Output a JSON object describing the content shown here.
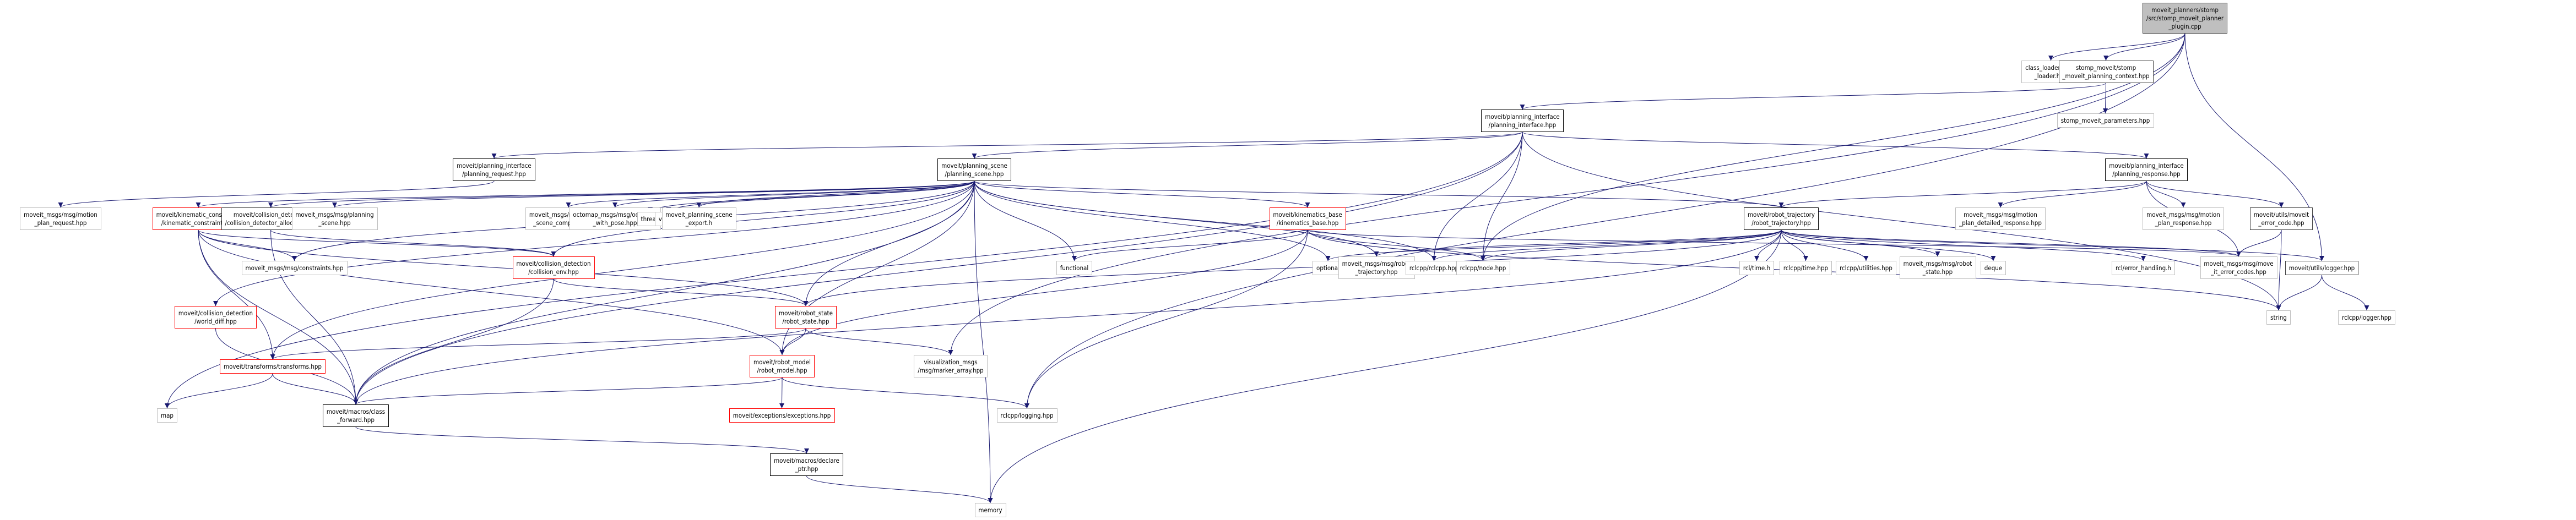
{
  "title": "Include dependency graph for stomp_moveit_planner_plugin.cpp",
  "colors": {
    "edge": "#191970",
    "root_fill": "#bfbfbf",
    "undocumented_border": "#ff0000",
    "external_border": "#bfbfbf",
    "documented_border": "#000000"
  },
  "nodes": [
    {
      "id": "root",
      "label": "moveit_planners/stomp\n/src/stomp_moveit_planner\n_plugin.cpp",
      "kind": "root"
    },
    {
      "id": "class_loader",
      "label": "class_loader/class\n_loader.hpp",
      "kind": "ext"
    },
    {
      "id": "stomp_ctx",
      "label": "stomp_moveit/stomp\n_moveit_planning_context.hpp",
      "kind": "docd"
    },
    {
      "id": "stomp_params",
      "label": "stomp_moveit_parameters.hpp",
      "kind": "ext"
    },
    {
      "id": "planning_interface",
      "label": "moveit/planning_interface\n/planning_interface.hpp",
      "kind": "doc"
    },
    {
      "id": "planning_request",
      "label": "moveit/planning_interface\n/planning_request.hpp",
      "kind": "doc"
    },
    {
      "id": "planning_scene",
      "label": "moveit/planning_scene\n/planning_scene.hpp",
      "kind": "doc"
    },
    {
      "id": "planning_response",
      "label": "moveit/planning_interface\n/planning_response.hpp",
      "kind": "doc"
    },
    {
      "id": "motion_plan_request",
      "label": "moveit_msgs/msg/motion\n_plan_request.hpp",
      "kind": "ext"
    },
    {
      "id": "kinematic_constraint",
      "label": "moveit/kinematic_constraints\n/kinematic_constraint.hpp",
      "kind": "red"
    },
    {
      "id": "collision_detector_allocator",
      "label": "moveit/collision_detection\n/collision_detector_allocator.hpp",
      "kind": "docd"
    },
    {
      "id": "planning_scene_msg",
      "label": "moveit_msgs/msg/planning\n_scene.hpp",
      "kind": "ext"
    },
    {
      "id": "planning_scene_components",
      "label": "moveit_msgs/msg/planning\n_scene_components.hpp",
      "kind": "ext"
    },
    {
      "id": "octomap_with_pose",
      "label": "octomap_msgs/msg/octomap\n_with_pose.hpp",
      "kind": "ext"
    },
    {
      "id": "thread",
      "label": "thread",
      "kind": "ext"
    },
    {
      "id": "variant",
      "label": "variant",
      "kind": "ext"
    },
    {
      "id": "ps_export",
      "label": "moveit_planning_scene\n_export.h",
      "kind": "ext"
    },
    {
      "id": "kinematics_base",
      "label": "moveit/kinematics_base\n/kinematics_base.hpp",
      "kind": "red"
    },
    {
      "id": "robot_trajectory",
      "label": "moveit/robot_trajectory\n/robot_trajectory.hpp",
      "kind": "doc"
    },
    {
      "id": "motion_plan_detailed_response",
      "label": "moveit_msgs/msg/motion\n_plan_detailed_response.hpp",
      "kind": "ext"
    },
    {
      "id": "motion_plan_response",
      "label": "moveit_msgs/msg/motion\n_plan_response.hpp",
      "kind": "ext"
    },
    {
      "id": "moveit_error_code",
      "label": "moveit/utils/moveit\n_error_code.hpp",
      "kind": "docd"
    },
    {
      "id": "constraints_msg",
      "label": "moveit_msgs/msg/constraints.hpp",
      "kind": "ext"
    },
    {
      "id": "collision_env",
      "label": "moveit/collision_detection\n/collision_env.hpp",
      "kind": "red"
    },
    {
      "id": "functional",
      "label": "functional",
      "kind": "ext"
    },
    {
      "id": "optional",
      "label": "optional",
      "kind": "ext"
    },
    {
      "id": "robot_trajectory_msg",
      "label": "moveit_msgs/msg/robot\n_trajectory.hpp",
      "kind": "ext"
    },
    {
      "id": "rclcpp_rclcpp",
      "label": "rclcpp/rclcpp.hpp",
      "kind": "ext"
    },
    {
      "id": "rclcpp_node",
      "label": "rclcpp/node.hpp",
      "kind": "ext"
    },
    {
      "id": "rcl_time",
      "label": "rcl/time.h",
      "kind": "ext"
    },
    {
      "id": "rclcpp_time",
      "label": "rclcpp/time.hpp",
      "kind": "ext"
    },
    {
      "id": "rclcpp_utilities",
      "label": "rclcpp/utilities.hpp",
      "kind": "ext"
    },
    {
      "id": "robot_state_msg",
      "label": "moveit_msgs/msg/robot\n_state.hpp",
      "kind": "ext"
    },
    {
      "id": "deque",
      "label": "deque",
      "kind": "ext"
    },
    {
      "id": "rcl_error_handling",
      "label": "rcl/error_handling.h",
      "kind": "ext"
    },
    {
      "id": "move_it_error_codes",
      "label": "moveit_msgs/msg/move\n_it_error_codes.hpp",
      "kind": "ext"
    },
    {
      "id": "logger",
      "label": "moveit/utils/logger.hpp",
      "kind": "docd"
    },
    {
      "id": "world_diff",
      "label": "moveit/collision_detection\n/world_diff.hpp",
      "kind": "red"
    },
    {
      "id": "robot_state",
      "label": "moveit/robot_state\n/robot_state.hpp",
      "kind": "red"
    },
    {
      "id": "string",
      "label": "string",
      "kind": "ext"
    },
    {
      "id": "rclcpp_logger",
      "label": "rclcpp/logger.hpp",
      "kind": "ext"
    },
    {
      "id": "transforms",
      "label": "moveit/transforms/transforms.hpp",
      "kind": "red"
    },
    {
      "id": "robot_model",
      "label": "moveit/robot_model\n/robot_model.hpp",
      "kind": "red"
    },
    {
      "id": "marker_array",
      "label": "visualization_msgs\n/msg/marker_array.hpp",
      "kind": "ext"
    },
    {
      "id": "map",
      "label": "map",
      "kind": "ext"
    },
    {
      "id": "class_forward",
      "label": "moveit/macros/class\n_forward.hpp",
      "kind": "doc"
    },
    {
      "id": "exceptions",
      "label": "moveit/exceptions/exceptions.hpp",
      "kind": "red"
    },
    {
      "id": "rclcpp_logging",
      "label": "rclcpp/logging.hpp",
      "kind": "ext"
    },
    {
      "id": "declare_ptr",
      "label": "moveit/macros/declare\n_ptr.hpp",
      "kind": "doc"
    },
    {
      "id": "memory",
      "label": "memory",
      "kind": "ext"
    }
  ],
  "edges": [
    [
      "root",
      "class_loader"
    ],
    [
      "root",
      "stomp_ctx"
    ],
    [
      "root",
      "logger"
    ],
    [
      "root",
      "rclcpp_logging"
    ],
    [
      "root",
      "marker_array"
    ],
    [
      "root",
      "rclcpp_node"
    ],
    [
      "stomp_ctx",
      "planning_interface"
    ],
    [
      "stomp_ctx",
      "stomp_params"
    ],
    [
      "planning_interface",
      "planning_request"
    ],
    [
      "planning_interface",
      "planning_scene"
    ],
    [
      "planning_interface",
      "planning_response"
    ],
    [
      "planning_interface",
      "rclcpp_rclcpp"
    ],
    [
      "planning_interface",
      "rclcpp_node"
    ],
    [
      "planning_interface",
      "class_forward"
    ],
    [
      "planning_interface",
      "map"
    ],
    [
      "planning_interface",
      "string"
    ],
    [
      "planning_request",
      "motion_plan_request"
    ],
    [
      "planning_scene",
      "kinematic_constraint"
    ],
    [
      "planning_scene",
      "collision_detector_allocator"
    ],
    [
      "planning_scene",
      "planning_scene_msg"
    ],
    [
      "planning_scene",
      "planning_scene_components"
    ],
    [
      "planning_scene",
      "octomap_with_pose"
    ],
    [
      "planning_scene",
      "thread"
    ],
    [
      "planning_scene",
      "variant"
    ],
    [
      "planning_scene",
      "ps_export"
    ],
    [
      "planning_scene",
      "kinematics_base"
    ],
    [
      "planning_scene",
      "robot_trajectory"
    ],
    [
      "planning_scene",
      "functional"
    ],
    [
      "planning_scene",
      "optional"
    ],
    [
      "planning_scene",
      "robot_trajectory_msg"
    ],
    [
      "planning_scene",
      "rclcpp_rclcpp"
    ],
    [
      "planning_scene",
      "constraints_msg"
    ],
    [
      "planning_scene",
      "world_diff"
    ],
    [
      "planning_scene",
      "transforms"
    ],
    [
      "planning_scene",
      "collision_env"
    ],
    [
      "planning_scene",
      "robot_state"
    ],
    [
      "planning_scene",
      "robot_model"
    ],
    [
      "planning_scene",
      "class_forward"
    ],
    [
      "planning_scene",
      "memory"
    ],
    [
      "planning_response",
      "robot_trajectory"
    ],
    [
      "planning_response",
      "motion_plan_detailed_response"
    ],
    [
      "planning_response",
      "motion_plan_response"
    ],
    [
      "planning_response",
      "moveit_error_code"
    ],
    [
      "planning_response",
      "move_it_error_codes"
    ],
    [
      "moveit_error_code",
      "move_it_error_codes"
    ],
    [
      "moveit_error_code",
      "string"
    ],
    [
      "logger",
      "string"
    ],
    [
      "logger",
      "rclcpp_logger"
    ],
    [
      "kinematic_constraint",
      "constraints_msg"
    ],
    [
      "kinematic_constraint",
      "collision_env"
    ],
    [
      "kinematic_constraint",
      "robot_state"
    ],
    [
      "kinematic_constraint",
      "transforms"
    ],
    [
      "kinematic_constraint",
      "class_forward"
    ],
    [
      "kinematic_constraint",
      "robot_model"
    ],
    [
      "collision_detector_allocator",
      "collision_env"
    ],
    [
      "collision_detector_allocator",
      "class_forward"
    ],
    [
      "collision_env",
      "robot_state"
    ],
    [
      "collision_env",
      "class_forward"
    ],
    [
      "kinematics_base",
      "functional"
    ],
    [
      "kinematics_base",
      "rclcpp_node"
    ],
    [
      "kinematics_base",
      "move_it_error_codes"
    ],
    [
      "kinematics_base",
      "robot_model"
    ],
    [
      "kinematics_base",
      "rclcpp_logging"
    ],
    [
      "kinematics_base",
      "string"
    ],
    [
      "robot_trajectory",
      "optional"
    ],
    [
      "robot_trajectory",
      "robot_trajectory_msg"
    ],
    [
      "robot_trajectory",
      "rclcpp_rclcpp"
    ],
    [
      "robot_trajectory",
      "rclcpp_node"
    ],
    [
      "robot_trajectory",
      "rcl_time"
    ],
    [
      "robot_trajectory",
      "rclcpp_time"
    ],
    [
      "robot_trajectory",
      "rclcpp_utilities"
    ],
    [
      "robot_trajectory",
      "robot_state_msg"
    ],
    [
      "robot_trajectory",
      "deque"
    ],
    [
      "robot_trajectory",
      "rcl_error_handling"
    ],
    [
      "robot_trajectory",
      "move_it_error_codes"
    ],
    [
      "robot_trajectory",
      "logger"
    ],
    [
      "robot_trajectory",
      "robot_state"
    ],
    [
      "robot_trajectory",
      "class_forward"
    ],
    [
      "robot_trajectory",
      "memory"
    ],
    [
      "world_diff",
      "class_forward"
    ],
    [
      "robot_state",
      "robot_model"
    ],
    [
      "robot_state",
      "marker_array"
    ],
    [
      "robot_state",
      "transforms"
    ],
    [
      "transforms",
      "map"
    ],
    [
      "transforms",
      "class_forward"
    ],
    [
      "robot_model",
      "exceptions"
    ],
    [
      "robot_model",
      "rclcpp_logging"
    ],
    [
      "robot_model",
      "class_forward"
    ],
    [
      "class_forward",
      "declare_ptr"
    ],
    [
      "declare_ptr",
      "memory"
    ]
  ]
}
